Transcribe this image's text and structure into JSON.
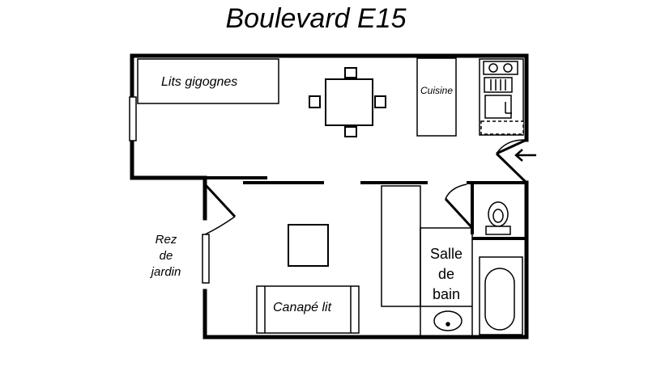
{
  "title": "Boulevard E15",
  "rooms": {
    "bunk_beds": "Lits gigognes",
    "kitchen": "Cuisine",
    "sofa_bed": "Canapé lit",
    "bathroom": [
      "Salle",
      "de",
      "bain"
    ]
  },
  "garden": [
    "Rez",
    "de",
    "jardin"
  ],
  "colors": {
    "wall": "#000000",
    "fixture_fill": "#ffffff"
  },
  "icons": [
    "entrance-arrow-icon",
    "toilet-icon",
    "bathtub-icon",
    "sink-icon",
    "stove-icon"
  ]
}
